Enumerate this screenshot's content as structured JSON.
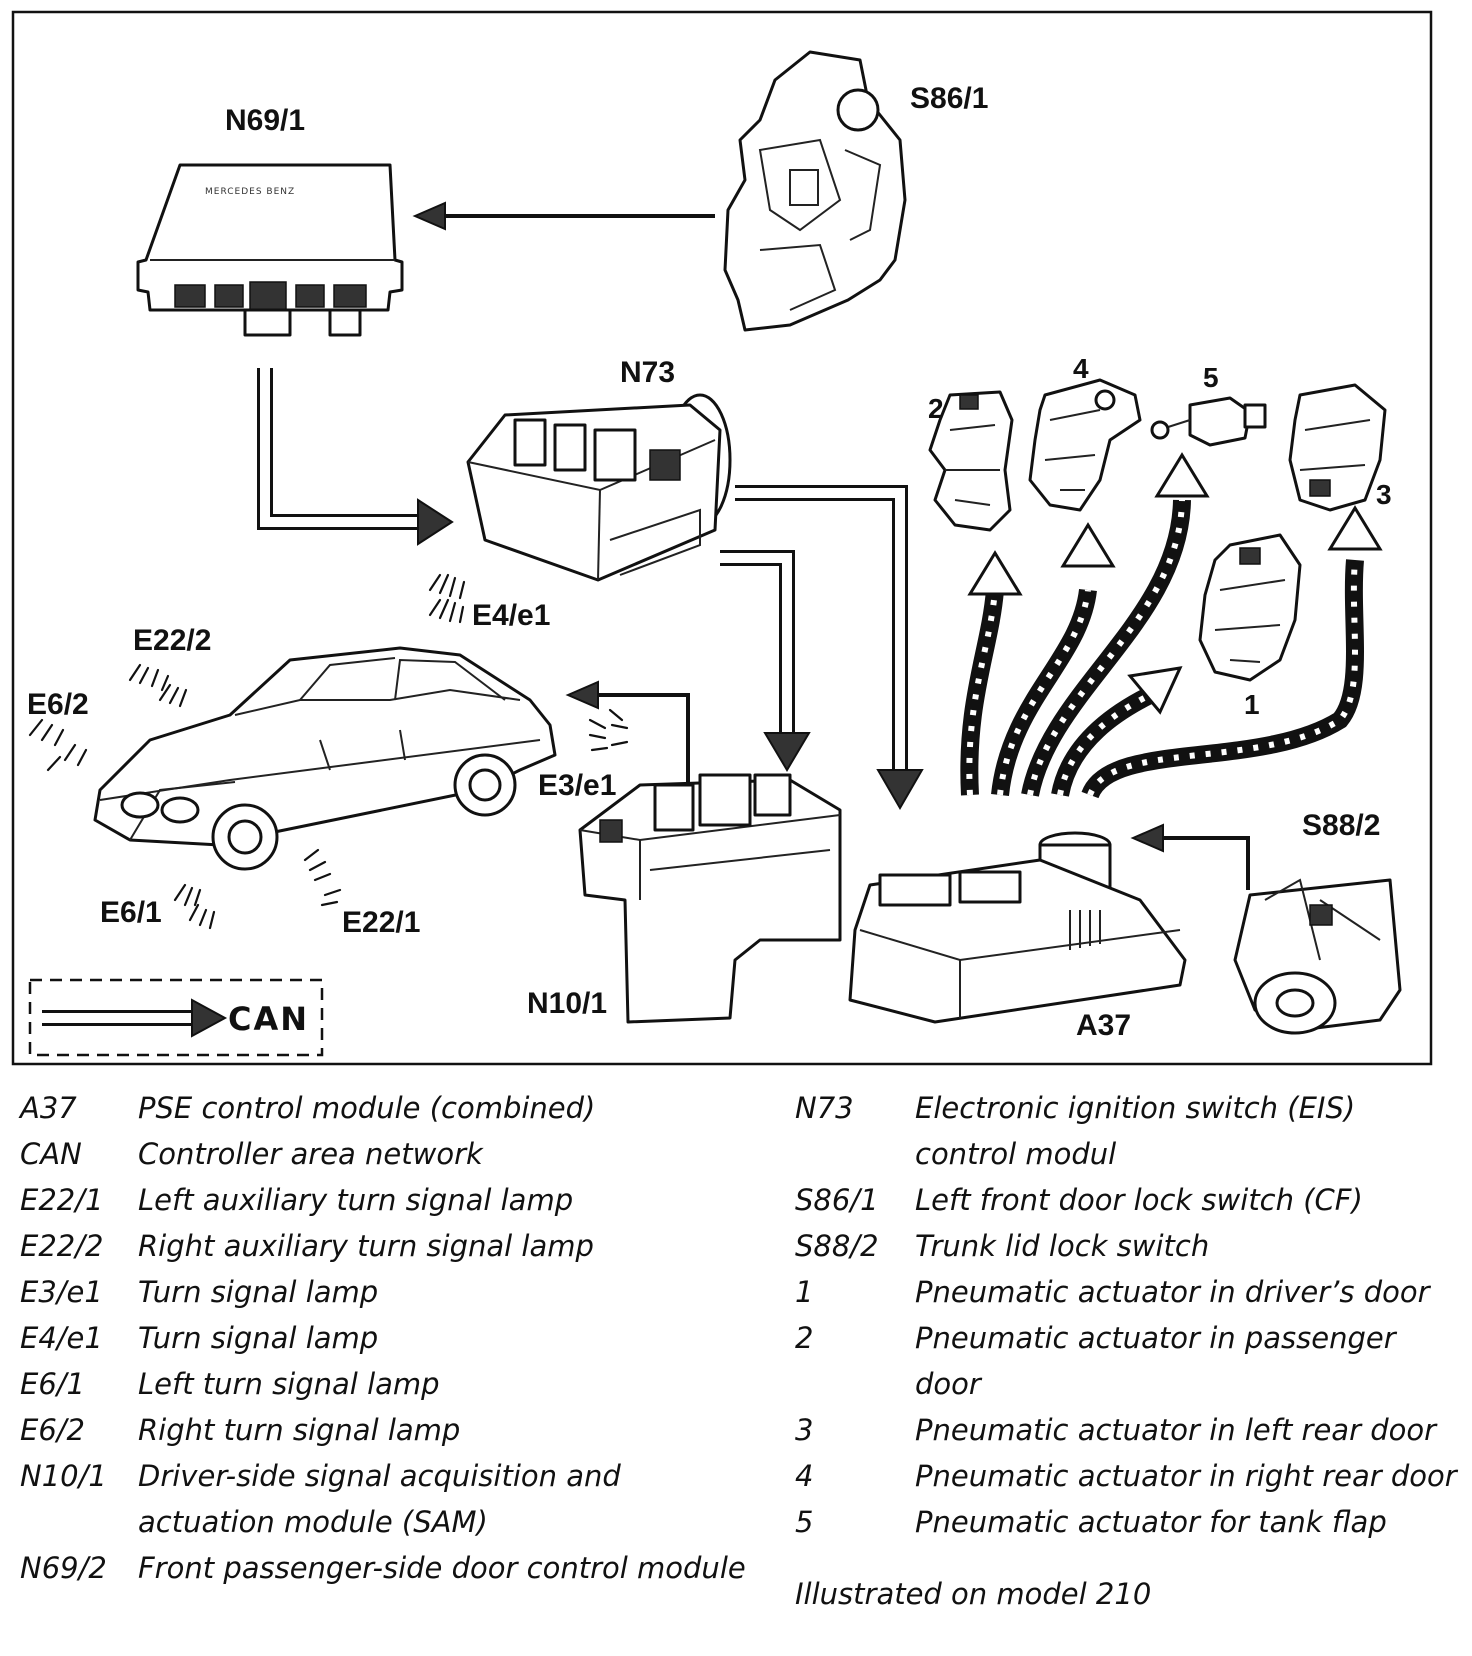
{
  "diagram": {
    "labels": {
      "n69_1": "N69/1",
      "s86_1": "S86/1",
      "n73": "N73",
      "e4_e1": "E4/e1",
      "e22_2": "E22/2",
      "e6_2": "E6/2",
      "e3_e1": "E3/e1",
      "e6_1": "E6/1",
      "e22_1": "E22/1",
      "n10_1": "N10/1",
      "a37": "A37",
      "s88_2": "S88/2",
      "act1": "1",
      "act2": "2",
      "act3": "3",
      "act4": "4",
      "act5": "5"
    },
    "brand_text": "MERCEDES BENZ",
    "can_key": "CAN"
  },
  "legend": {
    "left": [
      {
        "code": "A37",
        "desc": "PSE control module (combined)"
      },
      {
        "code": "CAN",
        "desc": "Controller area network"
      },
      {
        "code": "E22/1",
        "desc": "Left auxiliary turn signal lamp"
      },
      {
        "code": "E22/2",
        "desc": "Right auxiliary turn signal lamp"
      },
      {
        "code": "E3/e1",
        "desc": "Turn signal lamp"
      },
      {
        "code": "E4/e1",
        "desc": "Turn signal lamp"
      },
      {
        "code": "E6/1",
        "desc": "Left turn signal lamp"
      },
      {
        "code": "E6/2",
        "desc": "Right turn signal lamp"
      },
      {
        "code": "N10/1",
        "desc": "Driver-side signal acquisition and actuation module (SAM)"
      },
      {
        "code": "N69/2",
        "desc": "Front passenger-side door control module"
      }
    ],
    "right": [
      {
        "code": "N73",
        "desc": "Electronic ignition switch (EIS) control modul"
      },
      {
        "code": "S86/1",
        "desc": "Left front door lock switch (CF)"
      },
      {
        "code": "S88/2",
        "desc": "Trunk lid lock switch"
      },
      {
        "code": "1",
        "desc": "Pneumatic actuator in driver’s door"
      },
      {
        "code": "2",
        "desc": "Pneumatic actuator in passenger door"
      },
      {
        "code": "3",
        "desc": "Pneumatic actuator in left rear door"
      },
      {
        "code": "4",
        "desc": "Pneumatic actuator in right rear door"
      },
      {
        "code": "5",
        "desc": "Pneumatic actuator for tank flap"
      }
    ],
    "note": "Illustrated on model 210"
  }
}
